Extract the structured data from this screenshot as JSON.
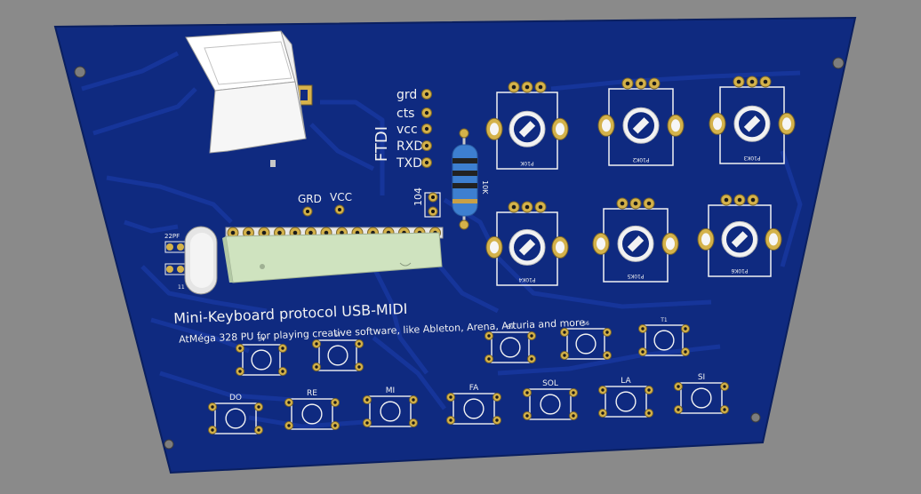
{
  "board": {
    "title": "Mini-Keyboard protocol USB-MIDI",
    "subtitle": "AtMéga 328 PU for playing creative software, like Ableton, Arena, Arturia and more",
    "colors": {
      "background": "#8a8a8a",
      "substrate": "#0f2a80",
      "trace": "#16359a",
      "silkscreen": "#f2f2f2",
      "copper_pad": "#d4b24a",
      "chip_body": "#cfe3bf"
    }
  },
  "ftdi": {
    "header_label": "FTDI",
    "pins": [
      "grd",
      "cts",
      "vcc",
      "RXD",
      "TXD"
    ]
  },
  "power_labels": {
    "grd": "GRD",
    "vcc": "VCC"
  },
  "capacitor_label": "104",
  "resistor_label": "10K",
  "crystal_cap_label": "22PF",
  "crystal_small_label": "11",
  "potentiometers": [
    {
      "label": "P10K"
    },
    {
      "label": "P10K2"
    },
    {
      "label": "P10K3"
    },
    {
      "label": "P10K4"
    },
    {
      "label": "P10K5"
    },
    {
      "label": "P10K6"
    }
  ],
  "buttons_top": [
    {
      "label": "34"
    },
    {
      "label": "ST"
    },
    {
      "label": "S9"
    },
    {
      "label": "S6"
    },
    {
      "label": "T1"
    }
  ],
  "buttons_notes": [
    {
      "label": "DO"
    },
    {
      "label": "RE"
    },
    {
      "label": "MI"
    },
    {
      "label": "FA"
    },
    {
      "label": "SOL"
    },
    {
      "label": "LA"
    },
    {
      "label": "SI"
    }
  ]
}
